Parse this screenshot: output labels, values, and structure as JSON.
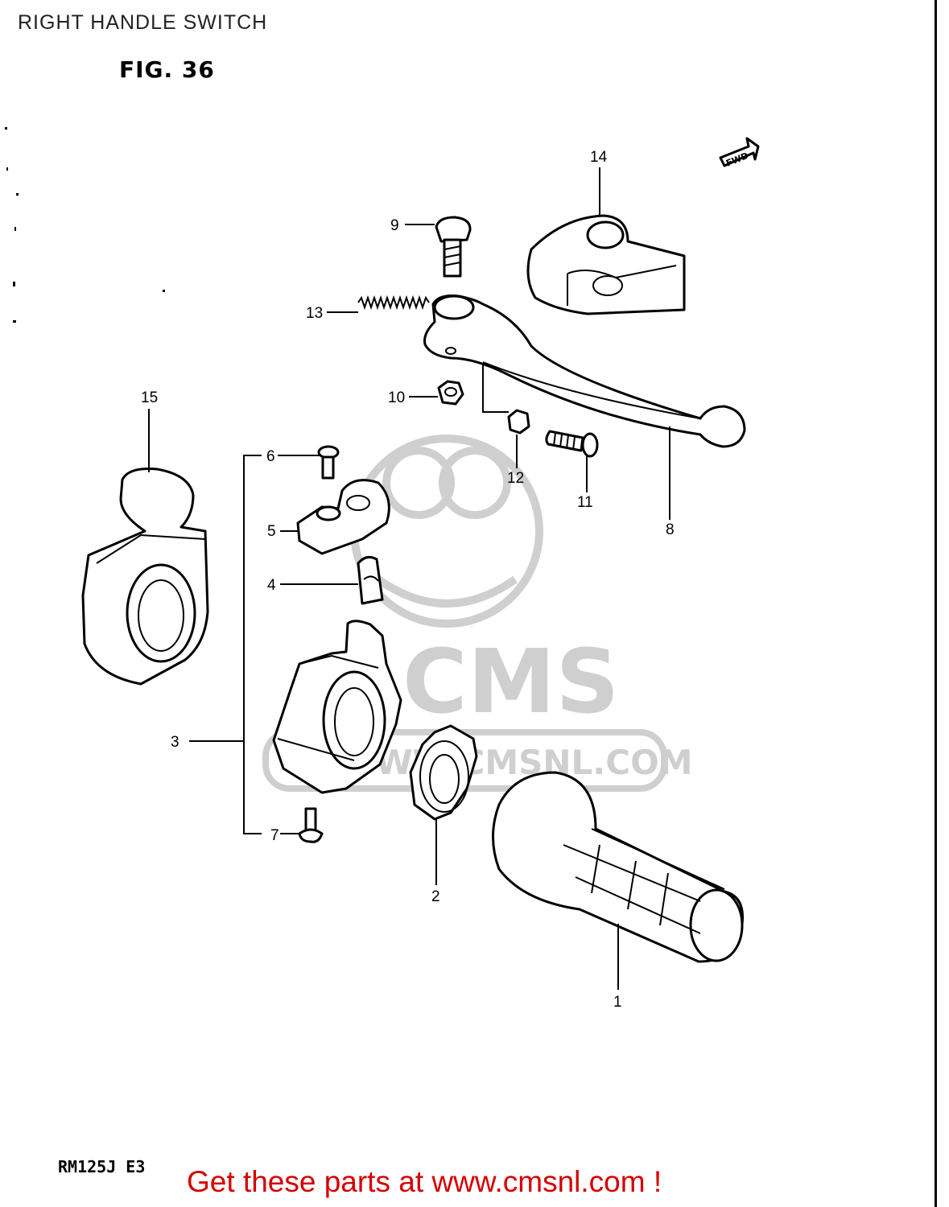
{
  "header": {
    "title": "RIGHT HANDLE SWITCH"
  },
  "figure": {
    "label": "FIG. 36"
  },
  "fwd_arrow": "FWD",
  "watermark": {
    "brand": "CMS",
    "url": "WWW.CMSNL.COM"
  },
  "parts": [
    {
      "number": "1"
    },
    {
      "number": "2"
    },
    {
      "number": "3"
    },
    {
      "number": "4"
    },
    {
      "number": "5"
    },
    {
      "number": "6"
    },
    {
      "number": "7"
    },
    {
      "number": "8"
    },
    {
      "number": "9"
    },
    {
      "number": "10"
    },
    {
      "number": "11"
    },
    {
      "number": "12"
    },
    {
      "number": "13"
    },
    {
      "number": "14"
    },
    {
      "number": "15"
    }
  ],
  "model_code": "RM125J E3",
  "footer": {
    "text": "Get these parts at www.cmsnl.com !"
  },
  "colors": {
    "footer_text": "#d40000",
    "watermark": "#cfcfcf",
    "line": "#000000"
  }
}
